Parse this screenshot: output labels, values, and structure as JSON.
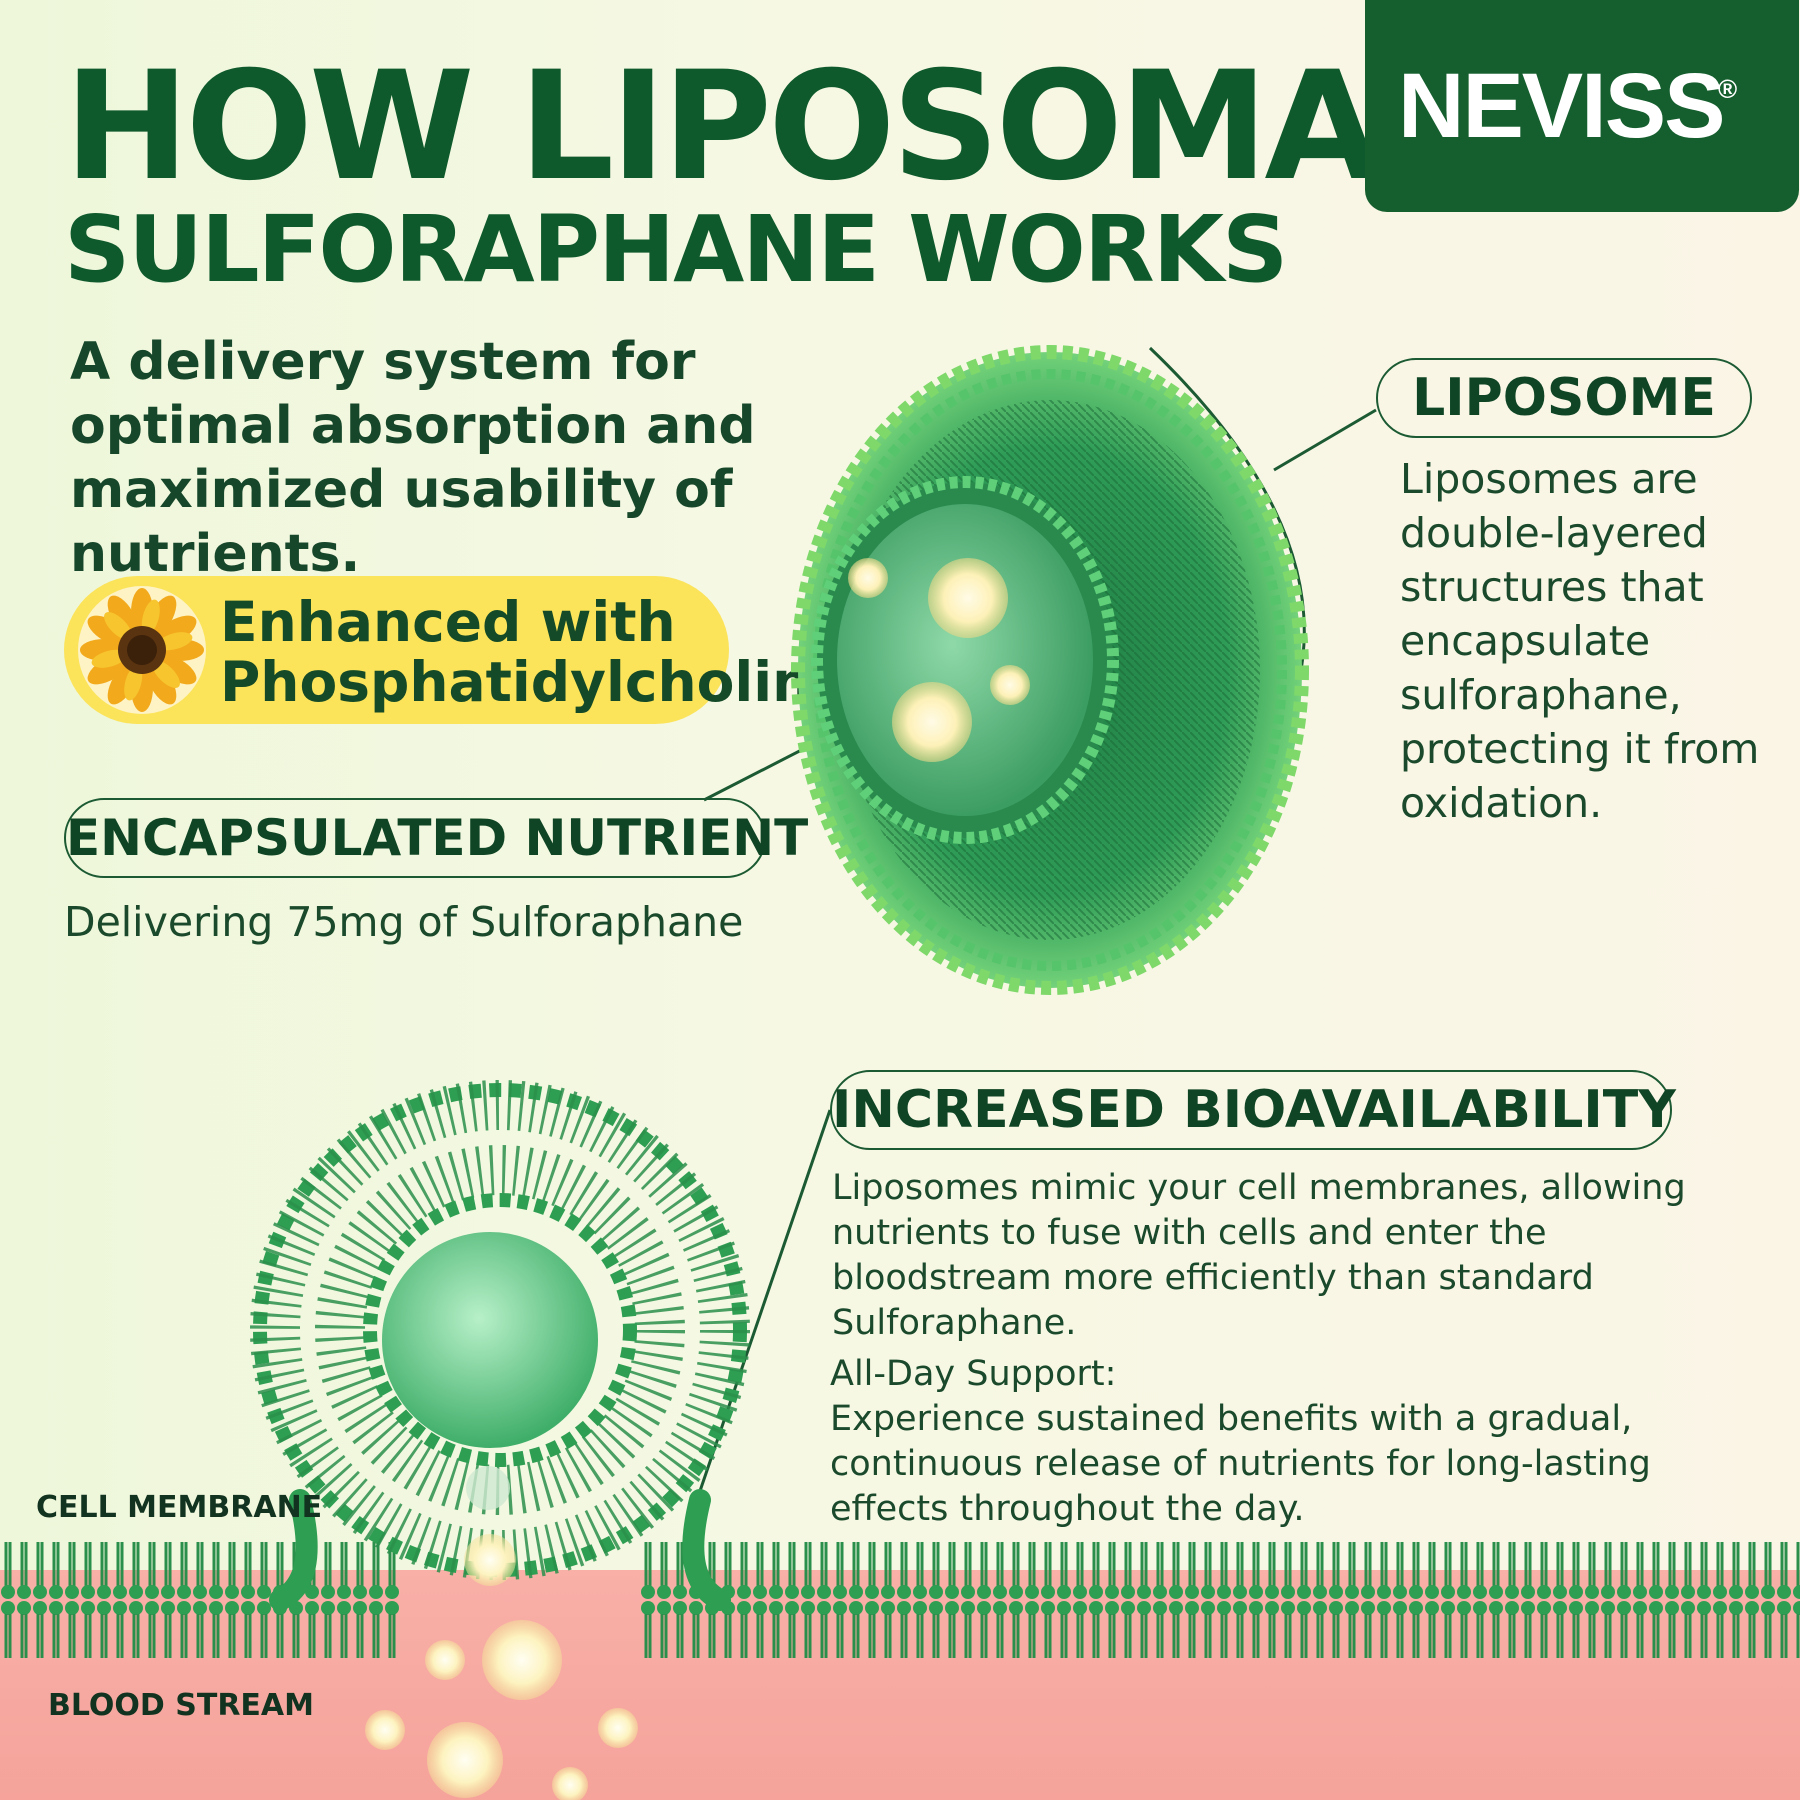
{
  "header": {
    "title_line1": "HOW LIPOSOMAL",
    "title_line2": "SULFORAPHANE WORKS",
    "subtitle": "A delivery system for optimal absorption and maximized usability of nutrients."
  },
  "brand": {
    "name": "NEVISS",
    "registered_mark": "®",
    "color": "#155e2e"
  },
  "enhanced": {
    "line1": "Enhanced with",
    "line2": "Phosphatidylcholine",
    "icon": "sunflower-icon",
    "color": "#fbe35a"
  },
  "encapsulated": {
    "label": "ENCAPSULATED NUTRIENT",
    "description": "Delivering 75mg of Sulforaphane"
  },
  "liposome": {
    "label": "LIPOSOME",
    "description": "Liposomes are double-layered structures that encapsulate sulforaphane, protecting it from oxidation."
  },
  "bioavailability": {
    "label": "INCREASED BIOAVAILABILITY",
    "description": "Liposomes mimic your cell membranes, allowing nutrients to fuse with cells and enter the bloodstream more efficiently than standard Sulforaphane.",
    "all_day_title": "All-Day Support:",
    "all_day_text": "Experience sustained benefits with a gradual, continuous release of nutrients for long-lasting effects throughout the day."
  },
  "diagram": {
    "cell_membrane_label": "CELL MEMBRANE",
    "blood_stream_label": "BLOOD STREAM",
    "membrane_color": "#2e9e52",
    "blood_color": "#f5a39b"
  }
}
